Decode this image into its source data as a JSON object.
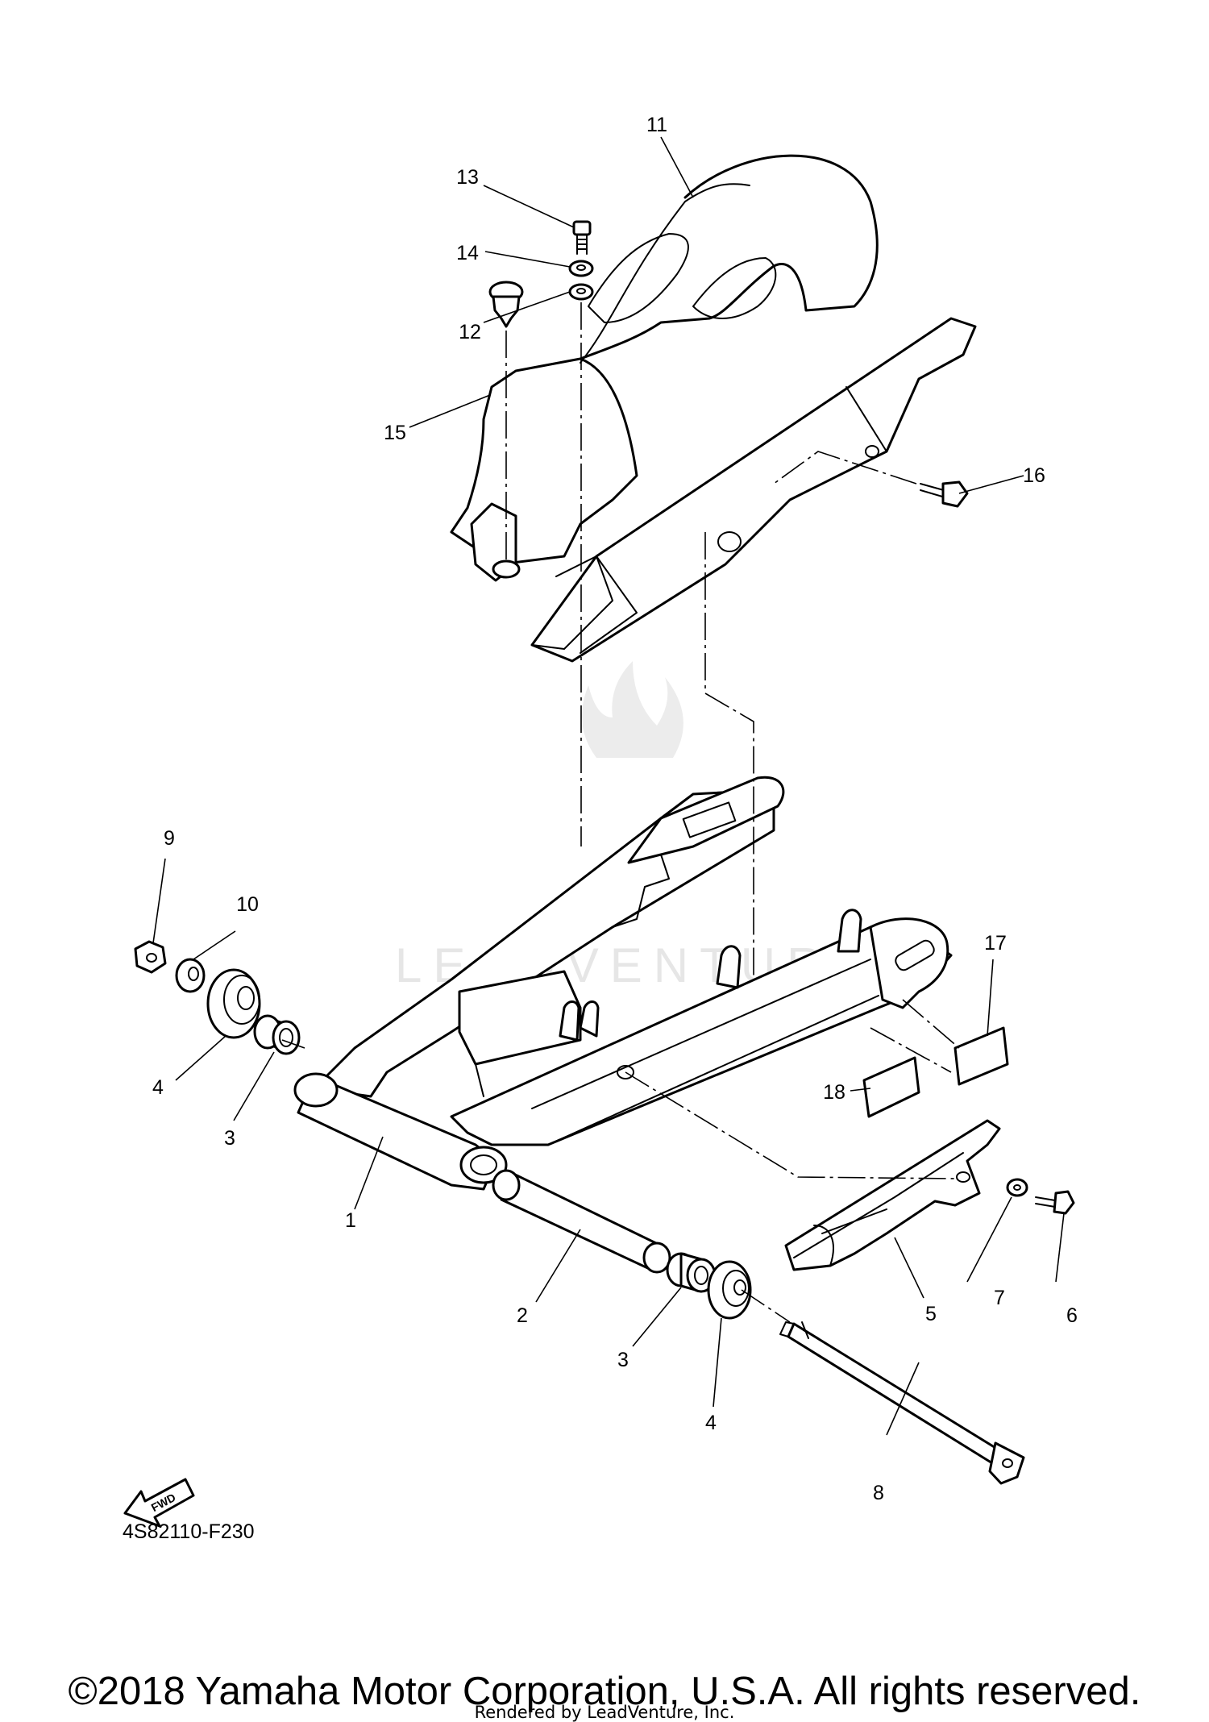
{
  "diagram_code": "4S82110-F230",
  "copyright": "©2018 Yamaha Motor Corporation, U.S.A. All rights reserved.",
  "rendered_by": "Rendered by LeadVenture, Inc.",
  "watermark": "LEADVENTURE",
  "fwd_label": "FWD",
  "callouts": [
    "1",
    "2",
    "3",
    "3",
    "4",
    "4",
    "5",
    "6",
    "7",
    "8",
    "9",
    "10",
    "11",
    "12",
    "13",
    "14",
    "15",
    "16",
    "17",
    "18"
  ]
}
